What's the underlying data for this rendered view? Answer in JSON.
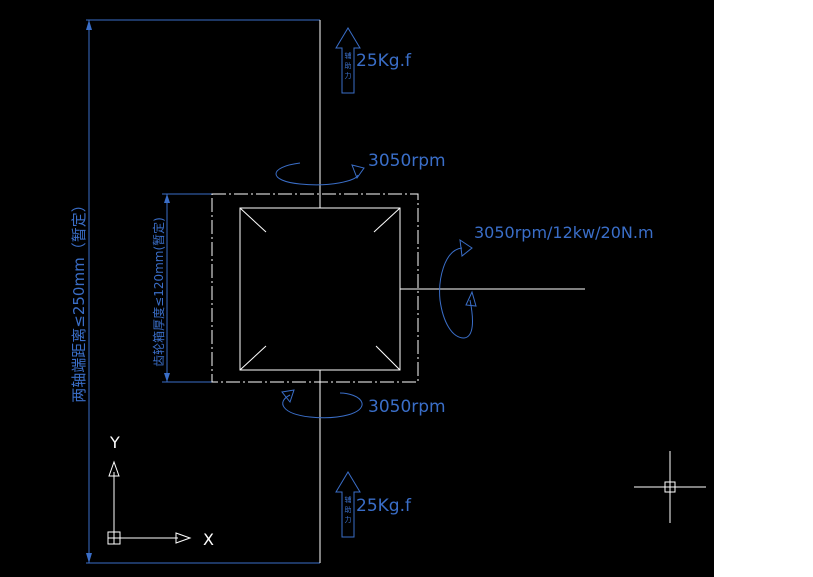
{
  "drawing": {
    "force_top": "25Kg.f",
    "force_bottom": "25Kg.f",
    "force_arrow_glyphs": [
      "辅",
      "助",
      "力"
    ],
    "rpm_top": "3050rpm",
    "rpm_bottom": "3050rpm",
    "input_spec": "3050rpm/12kw/20N.m",
    "dim_axis_distance": "两轴端距离≤250mm（暂定）",
    "dim_gearbox_thickness": "齿轮箱厚度≤120mm(暂定)",
    "axis_y": "Y",
    "axis_x": "X"
  },
  "colors": {
    "background": "#000000",
    "line": "#ffffff",
    "annotation": "#3a6ec8",
    "outside": "#ffffff"
  }
}
